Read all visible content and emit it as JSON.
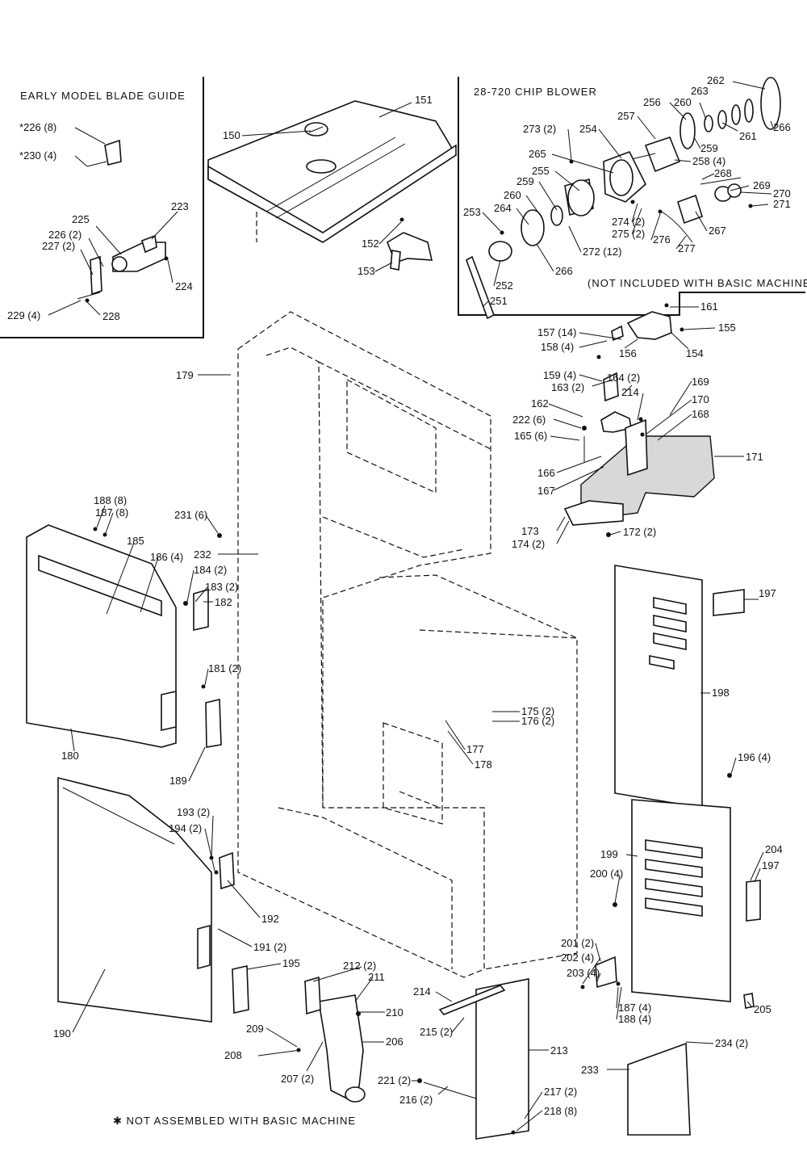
{
  "boxes": {
    "early_model": {
      "title": "EARLY MODEL BLADE GUIDE"
    },
    "chip_blower": {
      "title": "28-720 CHIP BLOWER",
      "note": "(NOT INCLUDED WITH BASIC MACHINE)"
    }
  },
  "footnote": "✱ NOT ASSEMBLED WITH BASIC MACHINE",
  "labels": {
    "l226s": "*226 (8)",
    "l230s": "*230 (4)",
    "l225": "225",
    "l223": "223",
    "l226b": "226 (2)",
    "l227": "227 (2)",
    "l224": "224",
    "l229": "229 (4)",
    "l228": "228",
    "l150": "150",
    "l151": "151",
    "l152": "152",
    "l153": "153",
    "l262": "262",
    "l263": "263",
    "l256": "256",
    "l260a": "260",
    "l257": "257",
    "l266a": "266",
    "l273": "273 (2)",
    "l254": "254",
    "l261": "261",
    "l259a": "259",
    "l265": "265",
    "l258": "258 (4)",
    "l255": "255",
    "l268": "268",
    "l259b": "259",
    "l269": "269",
    "l270": "270",
    "l260b": "260",
    "l271": "271",
    "l264": "264",
    "l253": "253",
    "l274": "274 (2)",
    "l275": "275 (2)",
    "l267": "267",
    "l276": "276",
    "l277": "277",
    "l272": "272 (12)",
    "l266b": "266",
    "l252": "252",
    "l251": "251",
    "l161": "161",
    "l155": "155",
    "l157": "157 (14)",
    "l158": "158 (4)",
    "l156": "156",
    "l154": "154",
    "l179": "179",
    "l159": "159 (4)",
    "l163": "163 (2)",
    "l164": "164 (2)",
    "l169": "169",
    "l214a": "214",
    "l162": "162",
    "l170": "170",
    "l222": "222 (6)",
    "l168": "168",
    "l165": "165 (6)",
    "l171": "171",
    "l166": "166",
    "l167": "167",
    "l188a": "188 (8)",
    "l187a": "187 (8)",
    "l231": "231 (6)",
    "l185": "185",
    "l173": "173",
    "l174": "174 (2)",
    "l172": "172 (2)",
    "l186": "186 (4)",
    "l232": "232",
    "l184": "184 (2)",
    "l183": "183 (2)",
    "l182": "182",
    "l197a": "197",
    "l181": "181 (2)",
    "l198": "198",
    "l175": "175 (2)",
    "l176": "176 (2)",
    "l177": "177",
    "l180": "180",
    "l178": "178",
    "l189": "189",
    "l196": "196 (4)",
    "l193": "193 (2)",
    "l194": "194 (2)",
    "l199": "199",
    "l204": "204",
    "l192": "192",
    "l200": "200 (4)",
    "l197b": "197",
    "l191": "191 (2)",
    "l195": "195",
    "l201": "201 (2)",
    "l202": "202 (4)",
    "l212": "212 (2)",
    "l203": "203 (4)",
    "l211": "211",
    "l214b": "214",
    "l205": "205",
    "l210": "210",
    "l187b": "187 (4)",
    "l188b": "188 (4)",
    "l215": "215 (2)",
    "l190": "190",
    "l209": "209",
    "l206": "206",
    "l208": "208",
    "l213": "213",
    "l234": "234 (2)",
    "l207": "207 (2)",
    "l233": "233",
    "l221": "221 (2)",
    "l217": "217 (2)",
    "l216": "216 (2)",
    "l218": "218 (8)"
  }
}
